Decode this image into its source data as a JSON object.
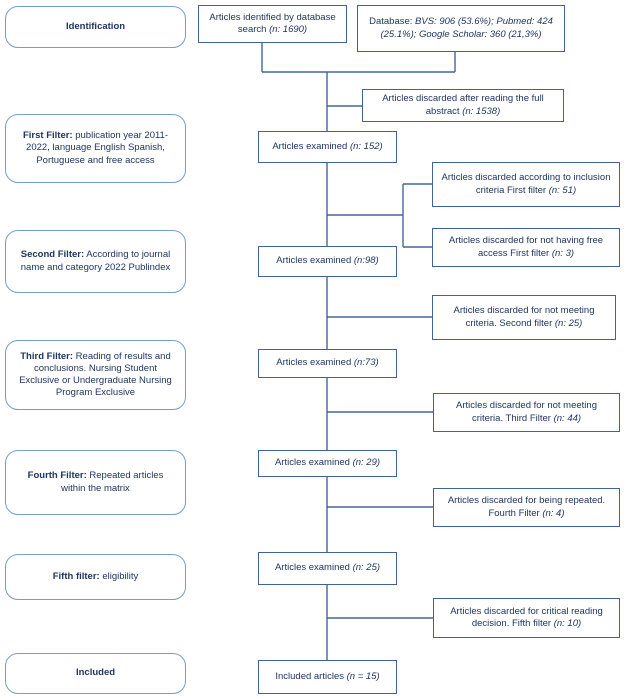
{
  "colors": {
    "line": "#44679c",
    "stage_border": "#7b9cc9",
    "box_border": "#41619c",
    "text": "#1f3660"
  },
  "stages": [
    {
      "title": "Identification",
      "text": ""
    },
    {
      "title": "First Filter:",
      "text": "publication year 2011-2022, language English Spanish, Portuguese and free access"
    },
    {
      "title": "Second Filter:",
      "text": "According to journal name and category 2022 Publindex"
    },
    {
      "title": "Third Filter:",
      "text": "Reading of results and conclusions. Nursing Student Exclusive or Undergraduate Nursing Program Exclusive"
    },
    {
      "title": "Fourth Filter:",
      "text": "Repeated articles within the matrix"
    },
    {
      "title": "Fifth filter:",
      "text": "eligibility"
    },
    {
      "title": "Included",
      "text": ""
    }
  ],
  "flow": [
    {
      "text": "Articles identified by database search",
      "n": "(n: 1690)"
    },
    {
      "text": "Articles examined",
      "n": "(n: 152)"
    },
    {
      "text": "Articles examined",
      "n": "(n:98)"
    },
    {
      "text": "Articles examined",
      "n": "(n:73)"
    },
    {
      "text": "Articles examined",
      "n": "(n: 29)"
    },
    {
      "text": "Articles examined",
      "n": "(n: 25)"
    },
    {
      "text": "Included articles",
      "n": "(n = 15)"
    }
  ],
  "database": {
    "label": "Database:",
    "detail": "BVS: 906 (53.6%); Pubmed: 424 (25.1%); Google Scholar: 360 (21,3%)"
  },
  "discarded": [
    {
      "text": "Articles discarded after reading the full abstract",
      "n": "(n: 1538)"
    },
    {
      "text": "Articles discarded according to inclusion criteria First filter",
      "n": "(n: 51)"
    },
    {
      "text": "Articles discarded for not having free access First filter",
      "n": "(n: 3)"
    },
    {
      "text": "Articles discarded for not meeting criteria. Second filter",
      "n": "(n: 25)"
    },
    {
      "text": "Articles discarded for not meeting criteria. Third Filter",
      "n": "(n: 44)"
    },
    {
      "text": "Articles discarded for being repeated. Fourth Filter",
      "n": "(n: 4)"
    },
    {
      "text": "Articles discarded for critical reading decision. Fifth filter",
      "n": "(n: 10)"
    }
  ]
}
